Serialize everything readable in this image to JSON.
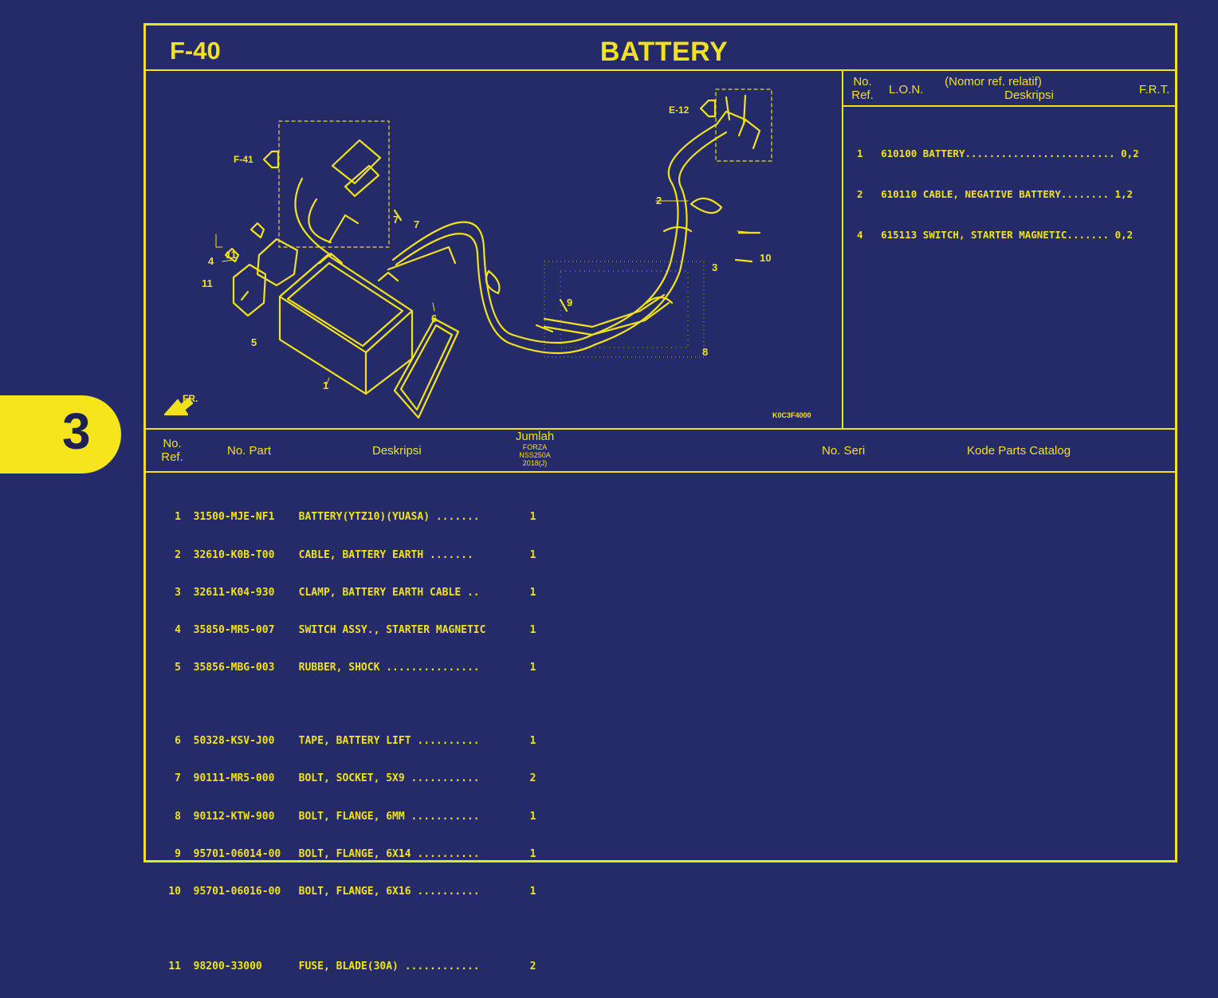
{
  "header": {
    "code": "F-40",
    "title": "BATTERY"
  },
  "section_tab": "3",
  "diagram": {
    "code": "K0C3F4000",
    "front_label": "FR.",
    "ref_f41": "F-41",
    "ref_e12": "E-12",
    "callouts": [
      "1",
      "2",
      "3",
      "4",
      "5",
      "6",
      "7",
      "7",
      "8",
      "9",
      "10",
      "11",
      "11"
    ]
  },
  "frt_table": {
    "headers": {
      "ref_line1": "No.",
      "ref_line2": "Ref.",
      "lon": "L.O.N.",
      "rel_line1": "(Nomor ref. relatif)",
      "rel_line2": "Deskripsi",
      "frt": "F.R.T."
    },
    "rows": [
      {
        "ref": "1",
        "lon": "610100",
        "desc": "BATTERY.........................",
        "frt": "0,2"
      },
      {
        "ref": "2",
        "lon": "610110",
        "desc": "CABLE, NEGATIVE BATTERY........",
        "frt": "1,2"
      },
      {
        "ref": "4",
        "lon": "615113",
        "desc": "SWITCH, STARTER MAGNETIC.......",
        "frt": "0,2"
      }
    ]
  },
  "parts_table": {
    "headers": {
      "ref_line1": "No.",
      "ref_line2": "Ref.",
      "part": "No. Part",
      "desc": "Deskripsi",
      "qty": "Jumlah",
      "model1": "FORZA",
      "model2": "NSS250A",
      "model3": "2018(J)",
      "serial": "No. Seri",
      "catalog": "Kode Parts Catalog"
    },
    "rows": [
      {
        "ref": "1",
        "part": "31500-MJE-NF1",
        "desc": "BATTERY(YTZ10)(YUASA) .......",
        "qty": "1"
      },
      {
        "ref": "2",
        "part": "32610-K0B-T00",
        "desc": "CABLE, BATTERY EARTH .......",
        "qty": "1"
      },
      {
        "ref": "3",
        "part": "32611-K04-930",
        "desc": "CLAMP, BATTERY EARTH CABLE ..",
        "qty": "1"
      },
      {
        "ref": "4",
        "part": "35850-MR5-007",
        "desc": "SWITCH ASSY., STARTER MAGNETIC",
        "qty": "1"
      },
      {
        "ref": "5",
        "part": "35856-MBG-003",
        "desc": "RUBBER, SHOCK ...............",
        "qty": "1"
      },
      {
        "ref": "6",
        "part": "50328-KSV-J00",
        "desc": "TAPE, BATTERY LIFT ..........",
        "qty": "1"
      },
      {
        "ref": "7",
        "part": "90111-MR5-000",
        "desc": "BOLT, SOCKET, 5X9 ...........",
        "qty": "2"
      },
      {
        "ref": "8",
        "part": "90112-KTW-900",
        "desc": "BOLT, FLANGE, 6MM ...........",
        "qty": "1"
      },
      {
        "ref": "9",
        "part": "95701-06014-00",
        "desc": "BOLT, FLANGE, 6X14 ..........",
        "qty": "1"
      },
      {
        "ref": "10",
        "part": "95701-06016-00",
        "desc": "BOLT, FLANGE, 6X16 ..........",
        "qty": "1"
      },
      {
        "ref": "11",
        "part": "98200-33000",
        "desc": "FUSE, BLADE(30A) ............",
        "qty": "2"
      }
    ]
  },
  "colors": {
    "background": "#252a68",
    "accent": "#f2e21c",
    "tab": "#f5e51a"
  }
}
